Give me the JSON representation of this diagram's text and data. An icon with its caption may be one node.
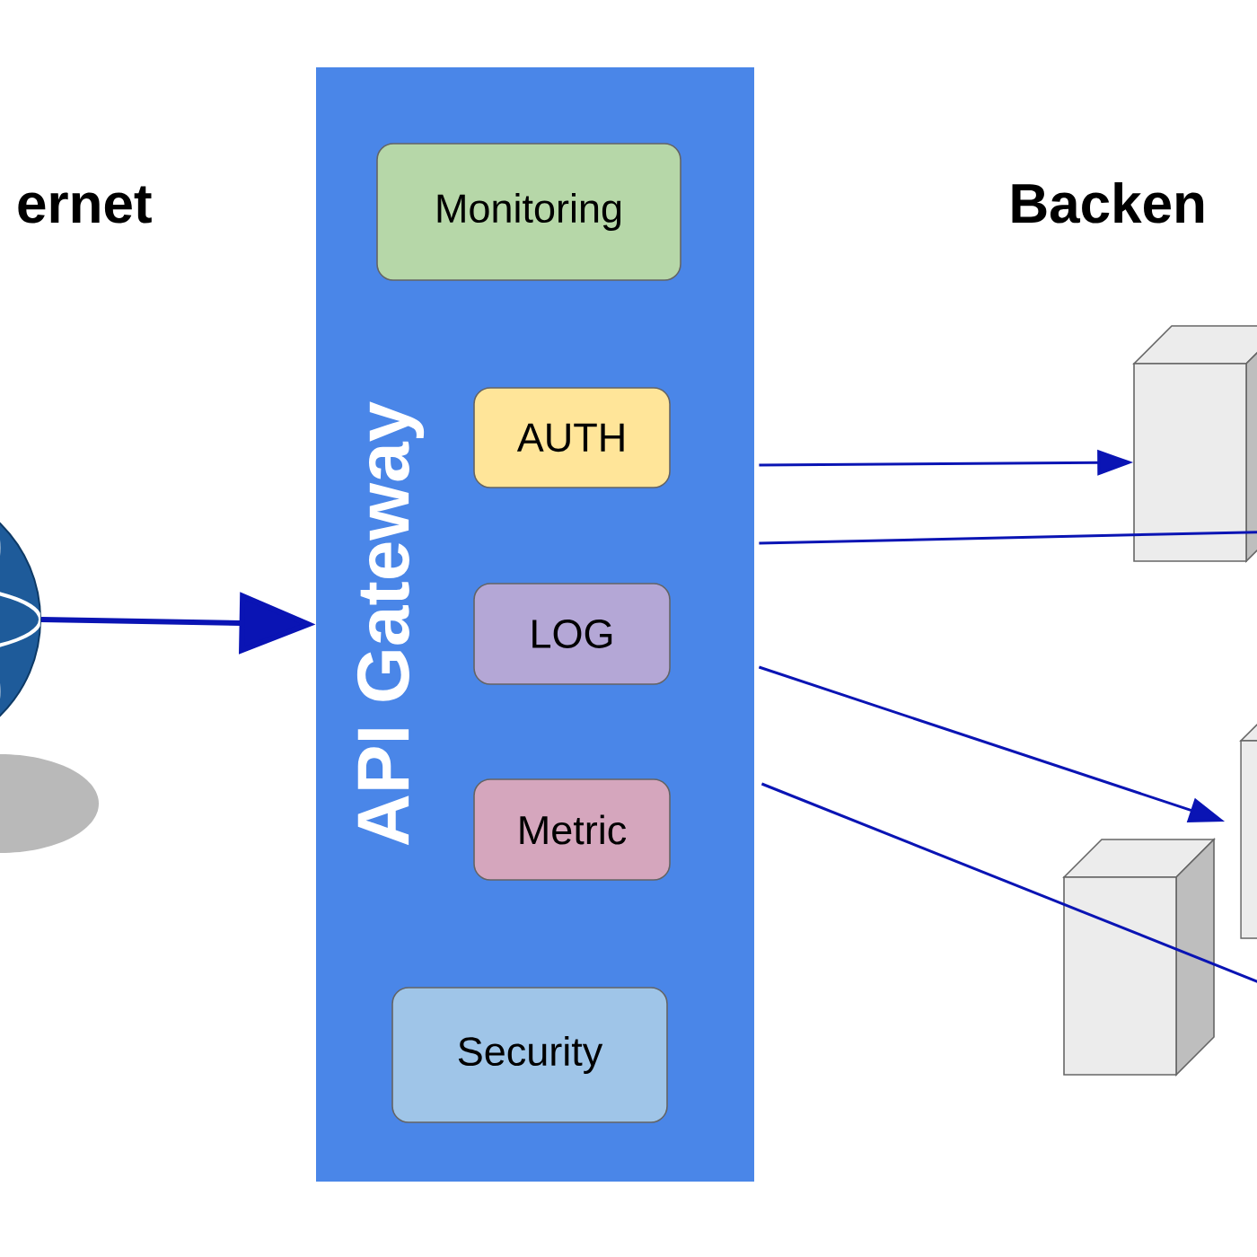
{
  "diagram": {
    "nodes": [
      {
        "text": [],
        "shape": "picture"
      },
      {
        "text": [
          "API Gateway"
        ]
      },
      {
        "text": [
          "Monitoring"
        ],
        "in": 1
      },
      {
        "text": [
          "AUTH"
        ],
        "in": 1
      },
      {
        "text": [
          "LOG"
        ],
        "in": 1
      },
      {
        "text": [
          "Metric"
        ],
        "in": 1
      },
      {
        "text": [
          "Security"
        ],
        "in": 1
      },
      {
        "text": [],
        "shape": "box"
      },
      {
        "text": [],
        "shape": "box"
      },
      {
        "text": [],
        "shape": "box"
      }
    ],
    "edges": [
      {
        "from": 0,
        "to": 1,
        "arrow": "to",
        "style": "thick"
      },
      {
        "from": 1,
        "to": 7,
        "arrow": "to"
      },
      {
        "from": 1,
        "to": 7,
        "arrow": "none"
      },
      {
        "from": 1,
        "to": 8,
        "arrow": "to"
      },
      {
        "from": 1,
        "to": null,
        "arrow": "none"
      }
    ],
    "labels": [
      "ernet",
      "Backen"
    ]
  }
}
